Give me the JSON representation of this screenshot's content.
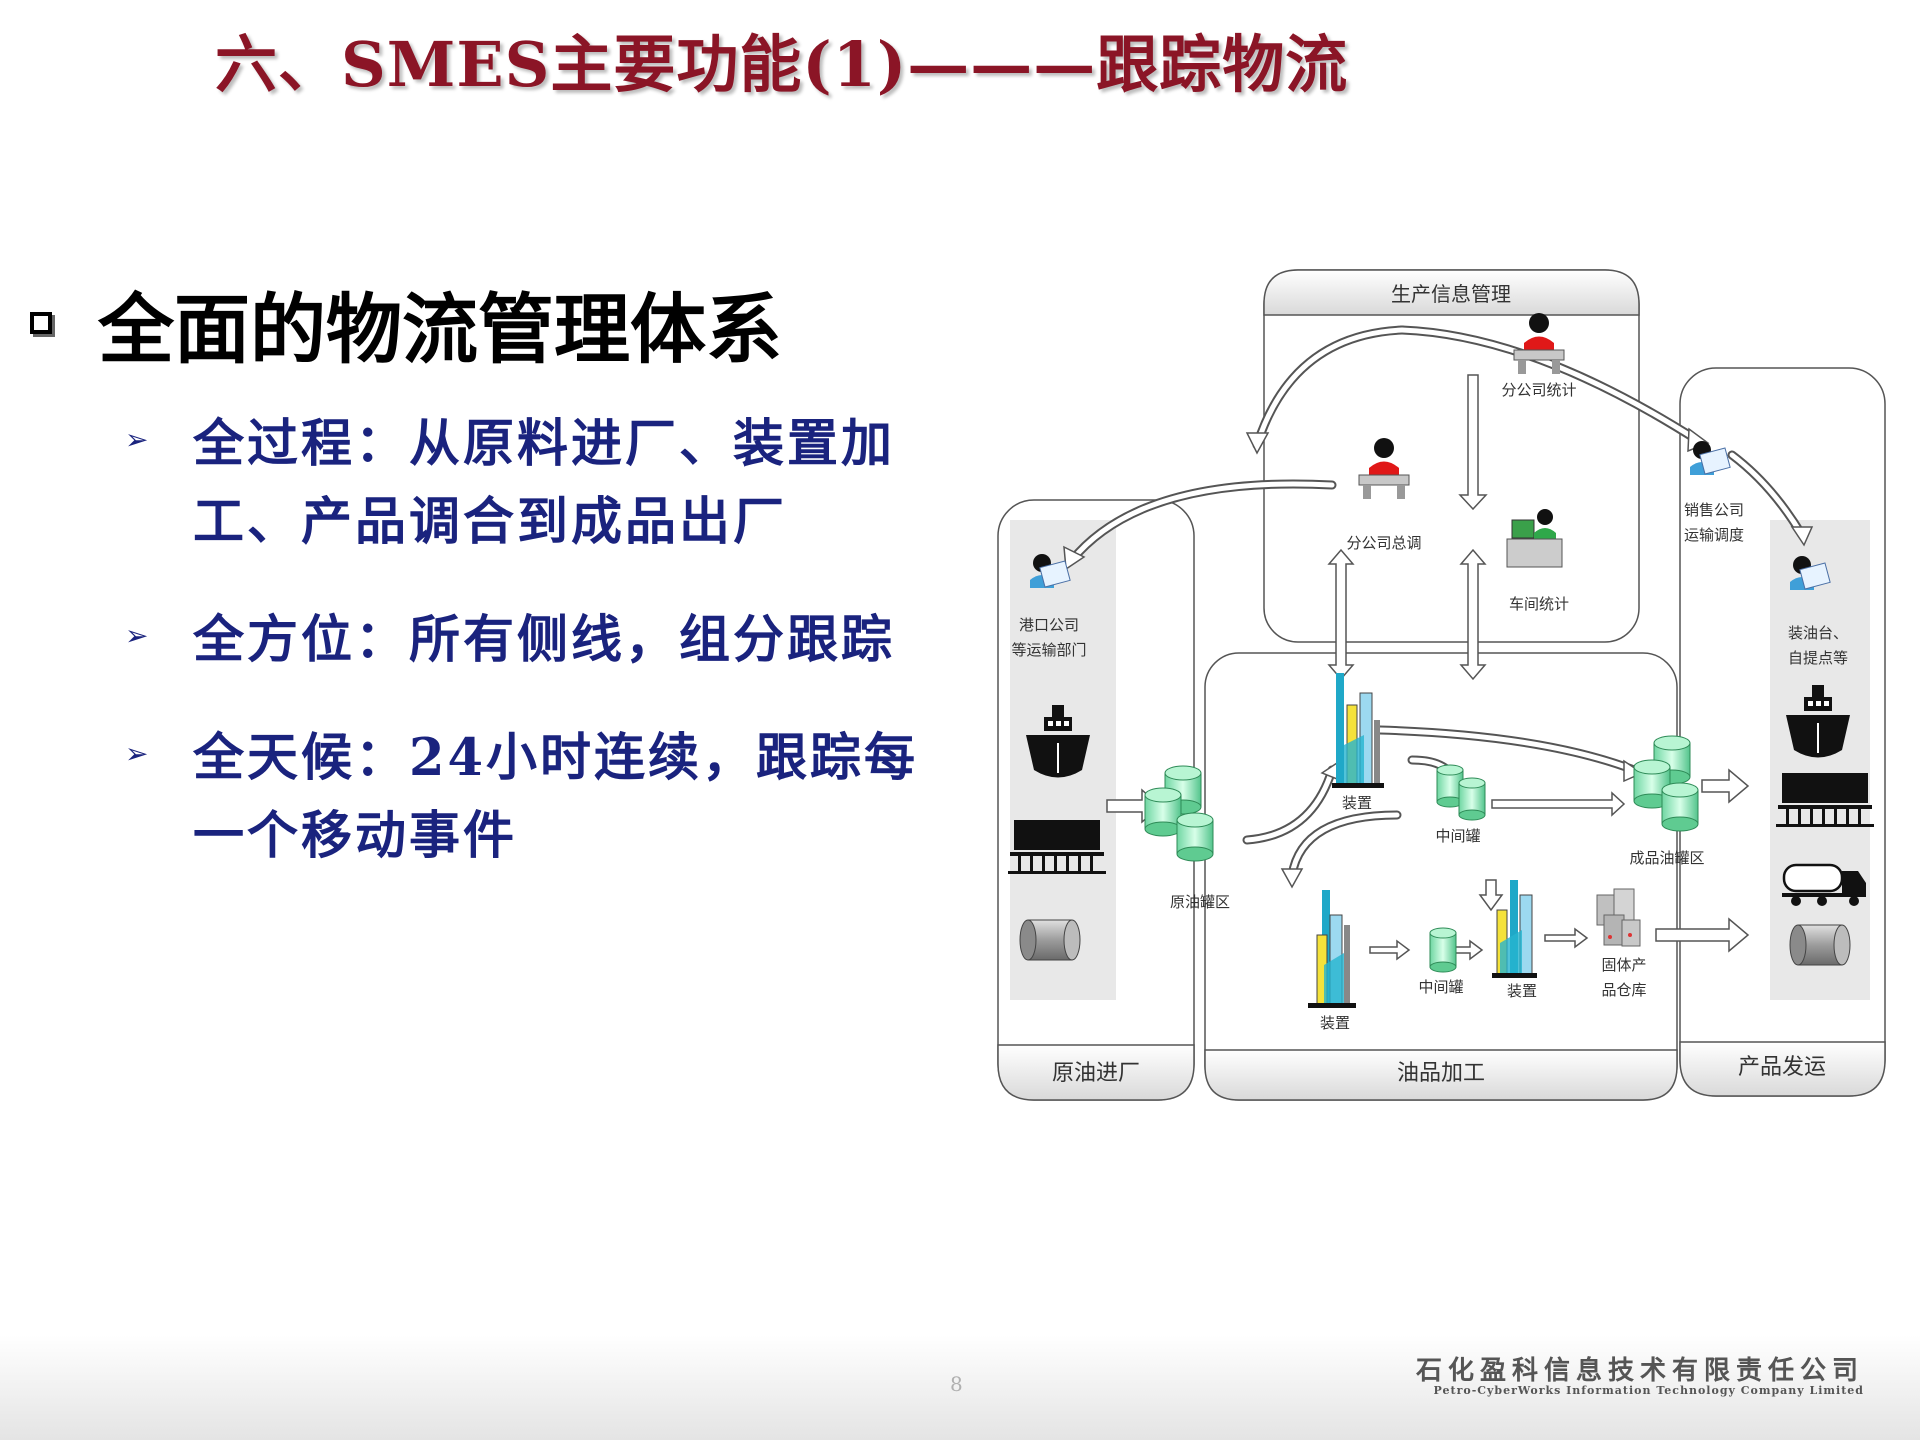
{
  "title": "六、SMES主要功能(1)———跟踪物流",
  "main_bullet": "全面的物流管理体系",
  "sub_bullets": [
    {
      "text": "全过程：从原料进厂、装置加工、产品调合到成品出厂"
    },
    {
      "text": "全方位：所有侧线，组分跟踪"
    },
    {
      "text": "全天候：24小时连续，跟踪每一个移动事件"
    }
  ],
  "diagram": {
    "panels": {
      "production_info": "生产信息管理",
      "crude_in": "原油进厂",
      "oil_processing": "油品加工",
      "product_shipping": "产品发运"
    },
    "roles": {
      "branch_stats": "分公司统计",
      "branch_dispatch": "分公司总调",
      "workshop_stats": "车间统计",
      "sales_transport_l1": "销售公司",
      "sales_transport_l2": "运输调度",
      "port_l1": "港口公司",
      "port_l2": "等运输部门",
      "loading_l1": "装油台、",
      "loading_l2": "自提点等"
    },
    "nodes": {
      "unit_top": "装置",
      "intermediate_tank_1": "中间罐",
      "finished_tank_area": "成品油罐区",
      "crude_tank_area": "原油罐区",
      "unit_bottom_left": "装置",
      "intermediate_tank_2": "中间罐",
      "unit_bottom_mid": "装置",
      "solid_warehouse_l1": "固体产",
      "solid_warehouse_l2": "品仓库"
    }
  },
  "footer": {
    "page_number": "8",
    "company_cn": "石化盈科信息技术有限责任公司",
    "company_en": "Petro-CyberWorks Information Technology Company Limited"
  }
}
